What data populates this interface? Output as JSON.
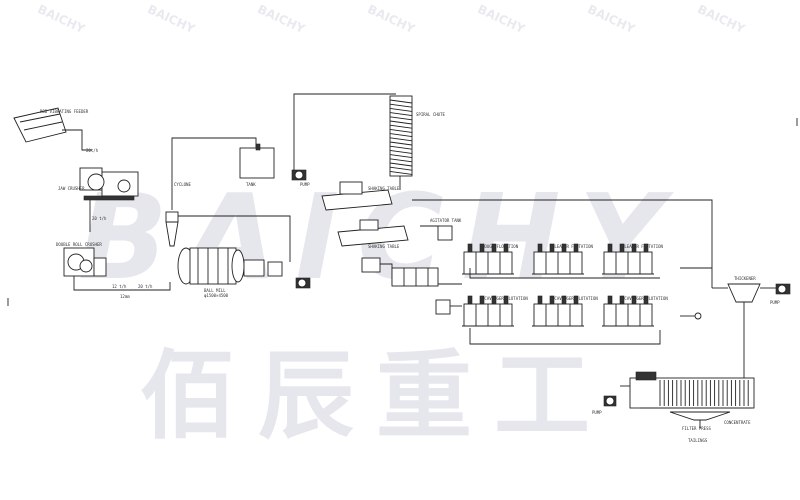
{
  "watermark": {
    "brand_en": "BAICHY",
    "brand_cn": "佰辰重工",
    "small_marks": [
      "BAICHY",
      "BAICHY",
      "BAICHY",
      "BAICHY",
      "BAICHY",
      "BAICHY",
      "BAICHY"
    ]
  },
  "labels": {
    "feeder": "ROD VIBRATING FEEDER",
    "flow_jaw": "20t/h",
    "jaw_crusher": "JAW CRUSHER",
    "flow_crush": "20 t/h",
    "double_roll": "DOUBLE ROLL CRUSHER",
    "flow_bottom": "12 t/h",
    "flow_bottom2": "20 t/h",
    "cyclone": "CYCLONE",
    "ball_mill": "BALL MILL",
    "ball_mill_size": "φ1500×4500",
    "conveyor": "12mm",
    "tank": "TANK",
    "pump1": "PUMP",
    "spiral": "SPIRAL CHUTE",
    "shaking1": "SHAKING TABLE",
    "shaking2": "SHAKING TABLE",
    "mixer": "AGITATOR TANK",
    "float_rough": "ROUGH FLOTATION",
    "float_clean1": "CLEANER FLOTATION",
    "float_clean2": "CLEANER FLOTATION",
    "float_scav1": "SCAVENGER FLOTATION",
    "float_scav2": "SCAVENGER FLOTATION",
    "float_scav3": "SCAVENGER FLOTATION",
    "thickener": "THICKENER",
    "filter_press": "FILTER PRESS",
    "conc": "CONCENTRATE",
    "tail": "TAILINGS",
    "pump2": "PUMP",
    "pump3": "PUMP"
  }
}
